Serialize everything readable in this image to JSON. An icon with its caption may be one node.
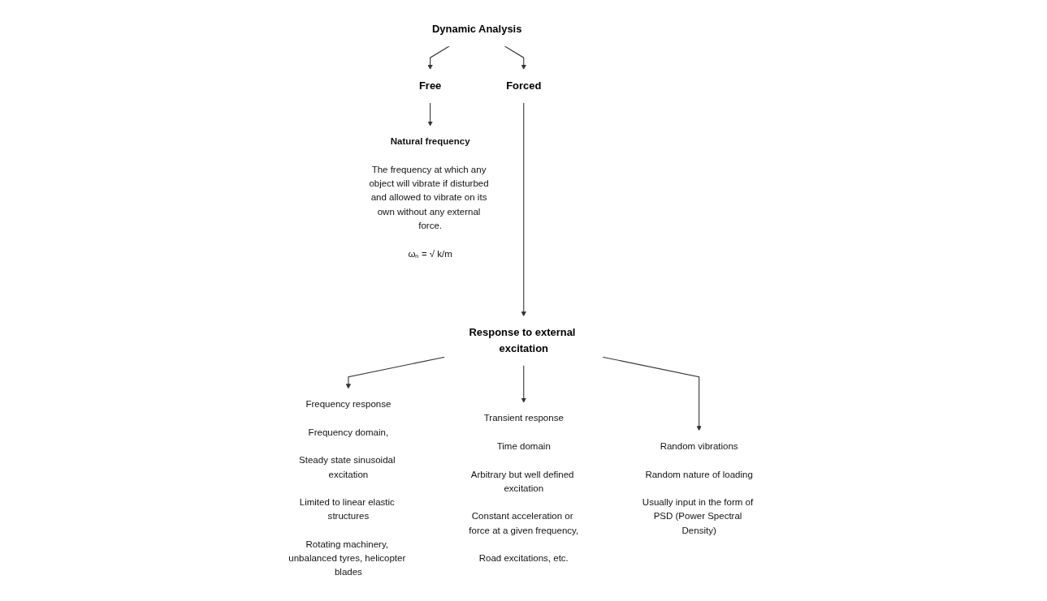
{
  "diagram": {
    "nodes": [
      {
        "text": [
          "Dynamic Analysis"
        ]
      },
      {
        "text": [
          "Free"
        ]
      },
      {
        "text": [
          "Forced"
        ]
      },
      {
        "text": [
          "Natural frequency",
          "The frequency at which any object will vibrate if disturbed and allowed to vibrate on its own without any external force.",
          "ωₙ = √ k/m"
        ]
      },
      {
        "text": [
          "Response to external excitation"
        ]
      },
      {
        "text": [
          "Frequency response",
          "Frequency domain,",
          "Steady state sinusoidal excitation",
          "Limited to linear elastic structures",
          "Rotating machinery, unbalanced tyres, helicopter blades"
        ]
      },
      {
        "text": [
          "Transient response",
          "Time domain",
          "Arbitrary but well defined excitation",
          "Constant acceleration or force at a given frequency,",
          "Road excitations, etc."
        ]
      },
      {
        "text": [
          "Random vibrations",
          "Random nature of loading",
          "Usually input in the form of PSD (Power Spectral Density)"
        ]
      }
    ],
    "edges": [
      {
        "from": 0,
        "to": 1,
        "arrow": "to"
      },
      {
        "from": 0,
        "to": 2,
        "arrow": "to"
      },
      {
        "from": 1,
        "to": 3,
        "arrow": "to"
      },
      {
        "from": 2,
        "to": 4,
        "arrow": "to"
      },
      {
        "from": 4,
        "to": 5,
        "arrow": "to"
      },
      {
        "from": 4,
        "to": 6,
        "arrow": "to"
      },
      {
        "from": 4,
        "to": 7,
        "arrow": "to"
      }
    ]
  }
}
